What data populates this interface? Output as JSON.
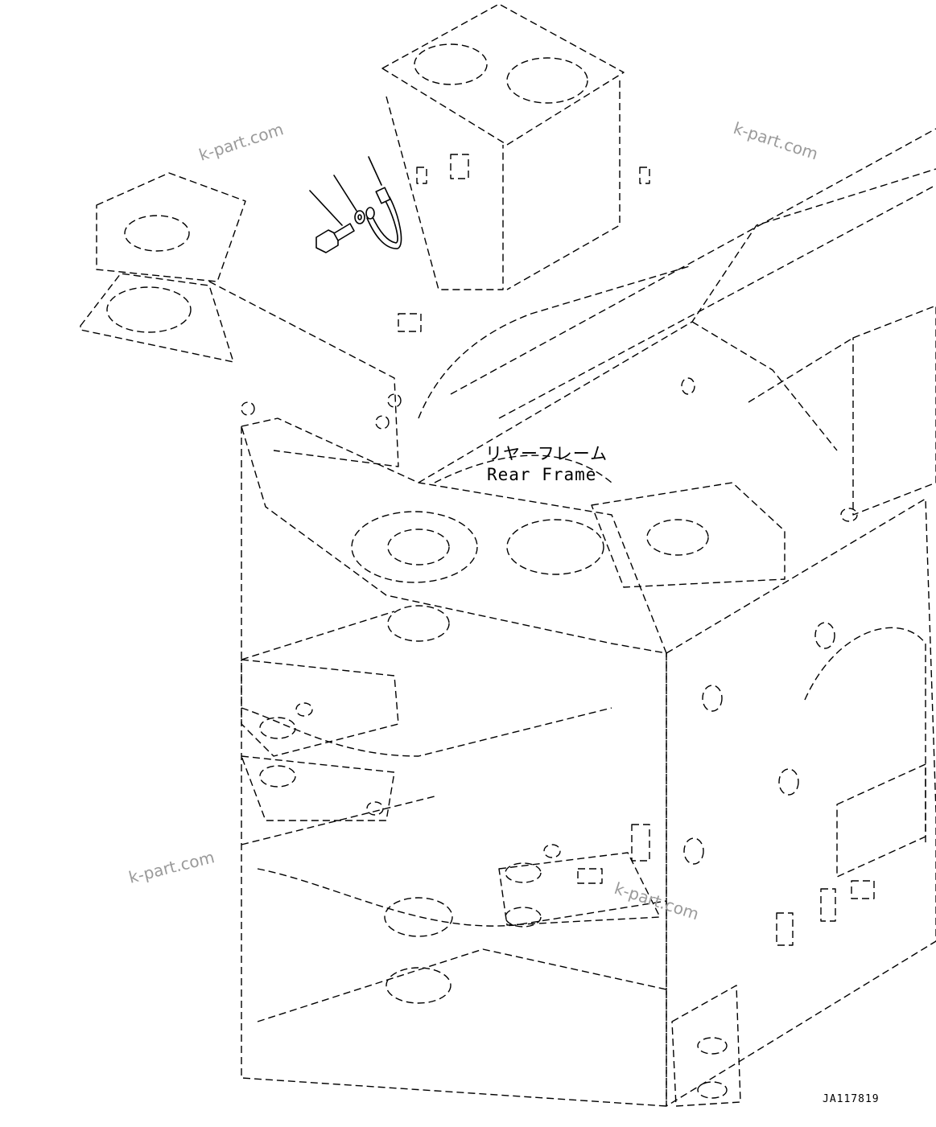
{
  "labels": {
    "part_name_jp": "リヤーフレーム",
    "part_name_en": "Rear Frame"
  },
  "drawing_code": "JA117819",
  "watermarks": [
    "k-part.com",
    "k-part.com",
    "k-part.com",
    "k-part.com"
  ]
}
